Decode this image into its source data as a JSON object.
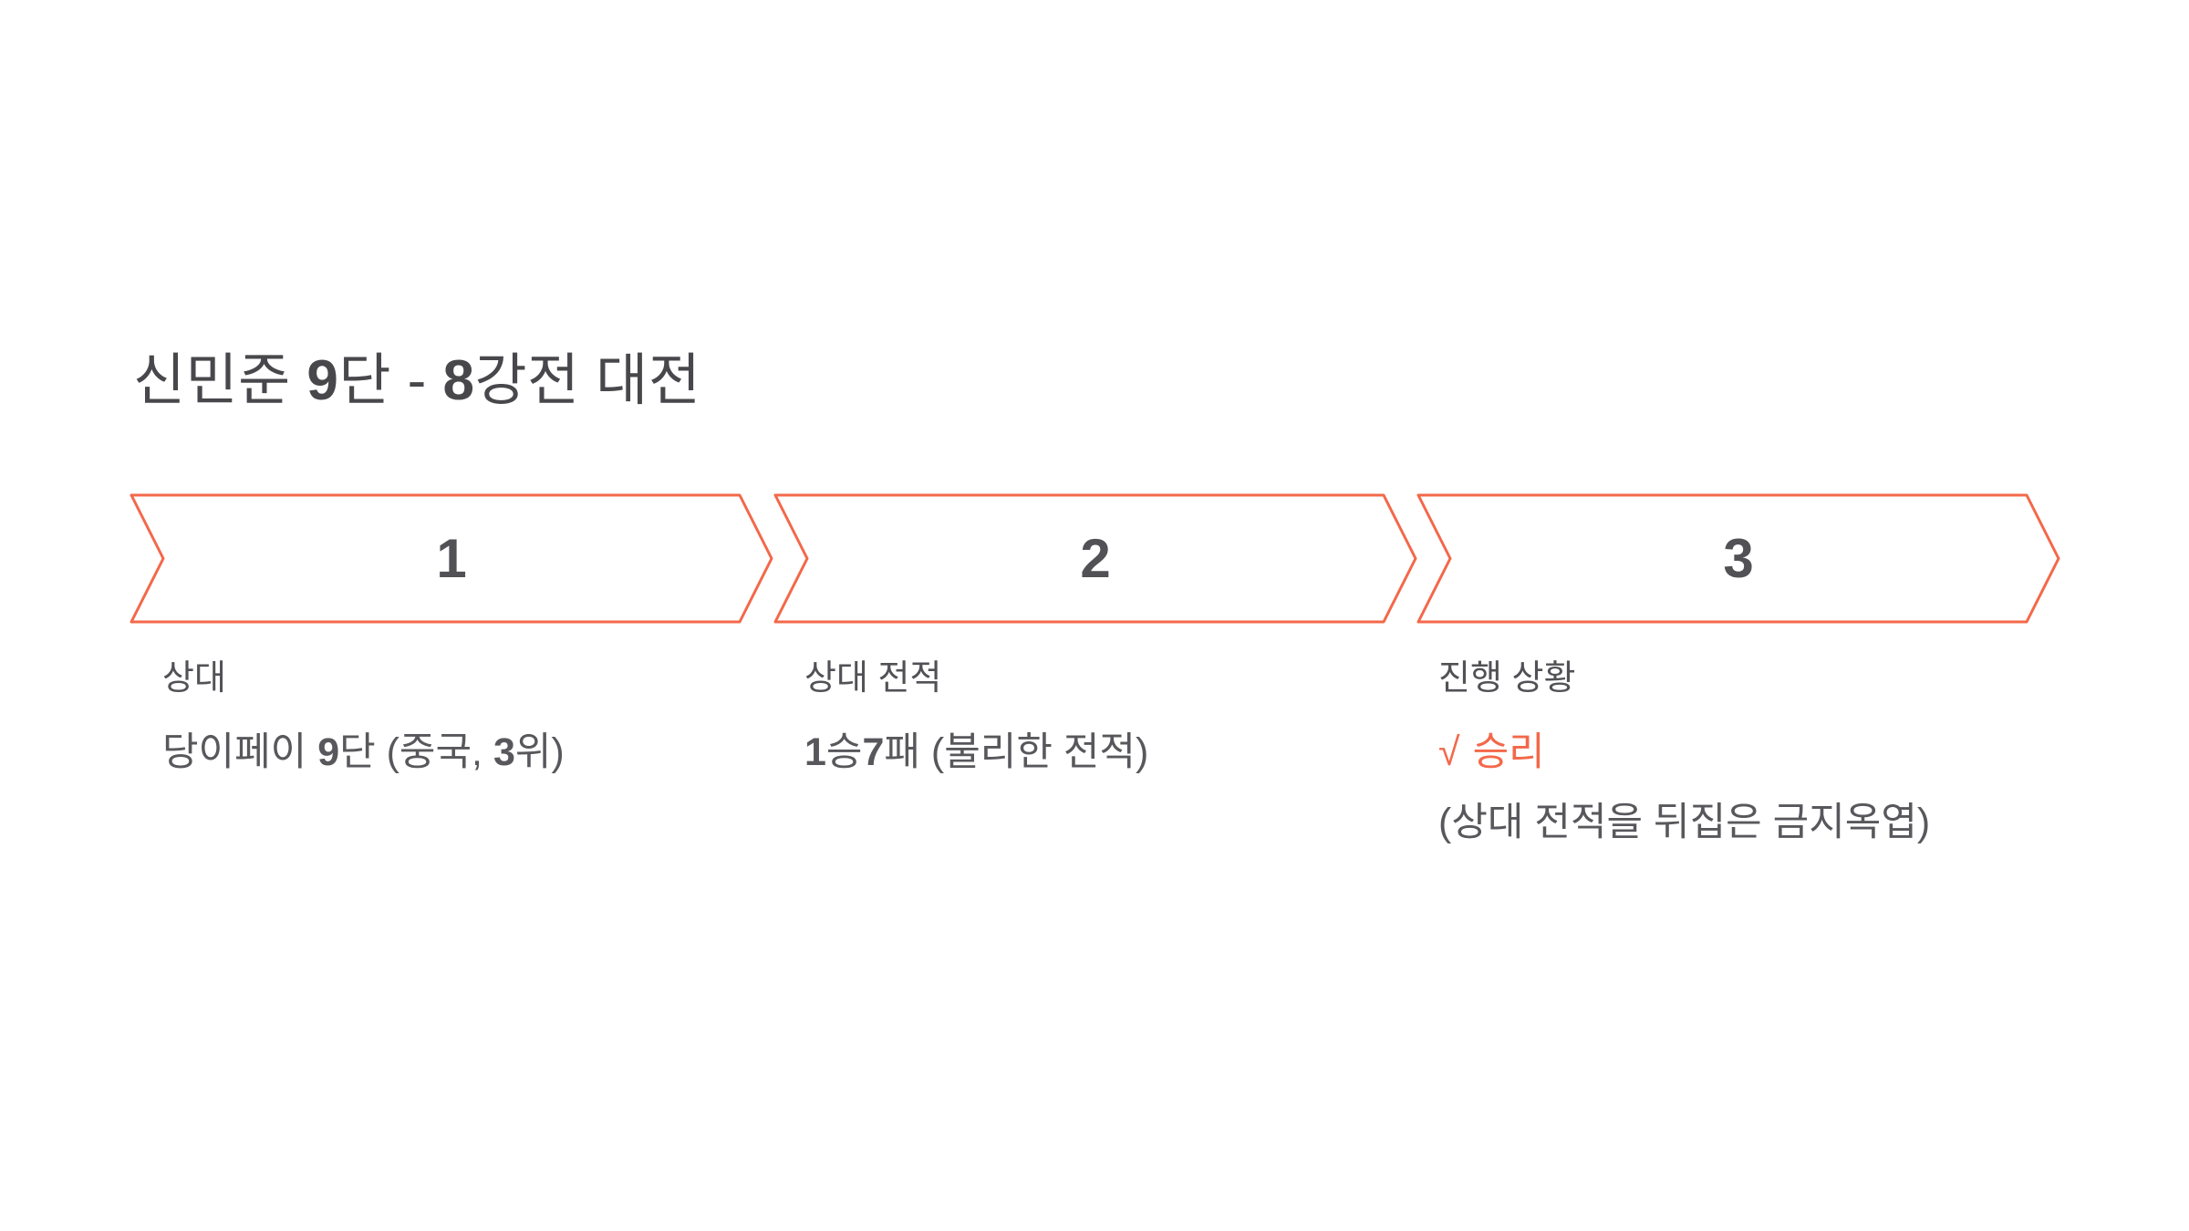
{
  "colors": {
    "accent": "#F3684A",
    "title_text": "#48484C",
    "heading_text": "#515156",
    "body_text": "#58585C",
    "background": "#FFFFFF"
  },
  "title": {
    "parts": [
      {
        "text": "신민준 "
      },
      {
        "text": "9",
        "bold": true
      },
      {
        "text": "단 - "
      },
      {
        "text": "8",
        "bold": true
      },
      {
        "text": "강전 대전"
      }
    ]
  },
  "steps": [
    {
      "number": "1",
      "heading": "상대",
      "body": [
        {
          "text": "당이페이 "
        },
        {
          "text": "9",
          "bold": true
        },
        {
          "text": "단 (중국, "
        },
        {
          "text": "3",
          "bold": true
        },
        {
          "text": "위)"
        }
      ]
    },
    {
      "number": "2",
      "heading": "상대 전적",
      "body": [
        {
          "text": "1",
          "bold": true
        },
        {
          "text": "승"
        },
        {
          "text": "7",
          "bold": true
        },
        {
          "text": "패 (불리한 전적)"
        }
      ]
    },
    {
      "number": "3",
      "heading": "진행 상황",
      "check": "√",
      "result": "승리",
      "note": "(상대 전적을 뒤집은 금지옥엽)"
    }
  ]
}
